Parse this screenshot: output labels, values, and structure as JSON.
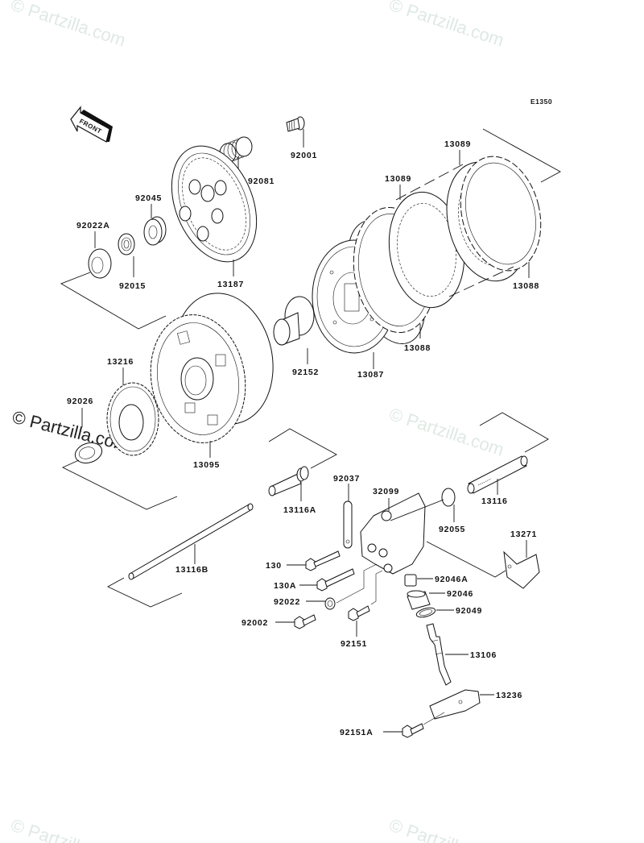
{
  "diagram": {
    "title": "Clutch",
    "drawing_code": "E1350",
    "front_arrow_label": "FRONT",
    "watermark": "© Partzilla.com",
    "accent_color": "#111111",
    "watermark_color": "#dfe9e4"
  },
  "parts": [
    {
      "id": "p92001",
      "number": "92001"
    },
    {
      "id": "p92081",
      "number": "92081"
    },
    {
      "id": "p92045",
      "number": "92045"
    },
    {
      "id": "p92022A",
      "number": "92022A"
    },
    {
      "id": "p92015",
      "number": "92015"
    },
    {
      "id": "p13187",
      "number": "13187"
    },
    {
      "id": "p13089a",
      "number": "13089"
    },
    {
      "id": "p13089b",
      "number": "13089"
    },
    {
      "id": "p13088a",
      "number": "13088"
    },
    {
      "id": "p13088b",
      "number": "13088"
    },
    {
      "id": "p13087",
      "number": "13087"
    },
    {
      "id": "p92152",
      "number": "92152"
    },
    {
      "id": "p13216",
      "number": "13216"
    },
    {
      "id": "p92026",
      "number": "92026"
    },
    {
      "id": "p13095",
      "number": "13095"
    },
    {
      "id": "p13116A",
      "number": "13116A"
    },
    {
      "id": "p13116B",
      "number": "13116B"
    },
    {
      "id": "p13116",
      "number": "13116"
    },
    {
      "id": "p92037",
      "number": "92037"
    },
    {
      "id": "p32099",
      "number": "32099"
    },
    {
      "id": "p92055",
      "number": "92055"
    },
    {
      "id": "p13271",
      "number": "13271"
    },
    {
      "id": "p130",
      "number": "130"
    },
    {
      "id": "p130A",
      "number": "130A"
    },
    {
      "id": "p92022",
      "number": "92022"
    },
    {
      "id": "p92002",
      "number": "92002"
    },
    {
      "id": "p92151",
      "number": "92151"
    },
    {
      "id": "p92046A",
      "number": "92046A"
    },
    {
      "id": "p92046",
      "number": "92046"
    },
    {
      "id": "p92049",
      "number": "92049"
    },
    {
      "id": "p13106",
      "number": "13106"
    },
    {
      "id": "p13236",
      "number": "13236"
    },
    {
      "id": "p92151A",
      "number": "92151A"
    }
  ]
}
